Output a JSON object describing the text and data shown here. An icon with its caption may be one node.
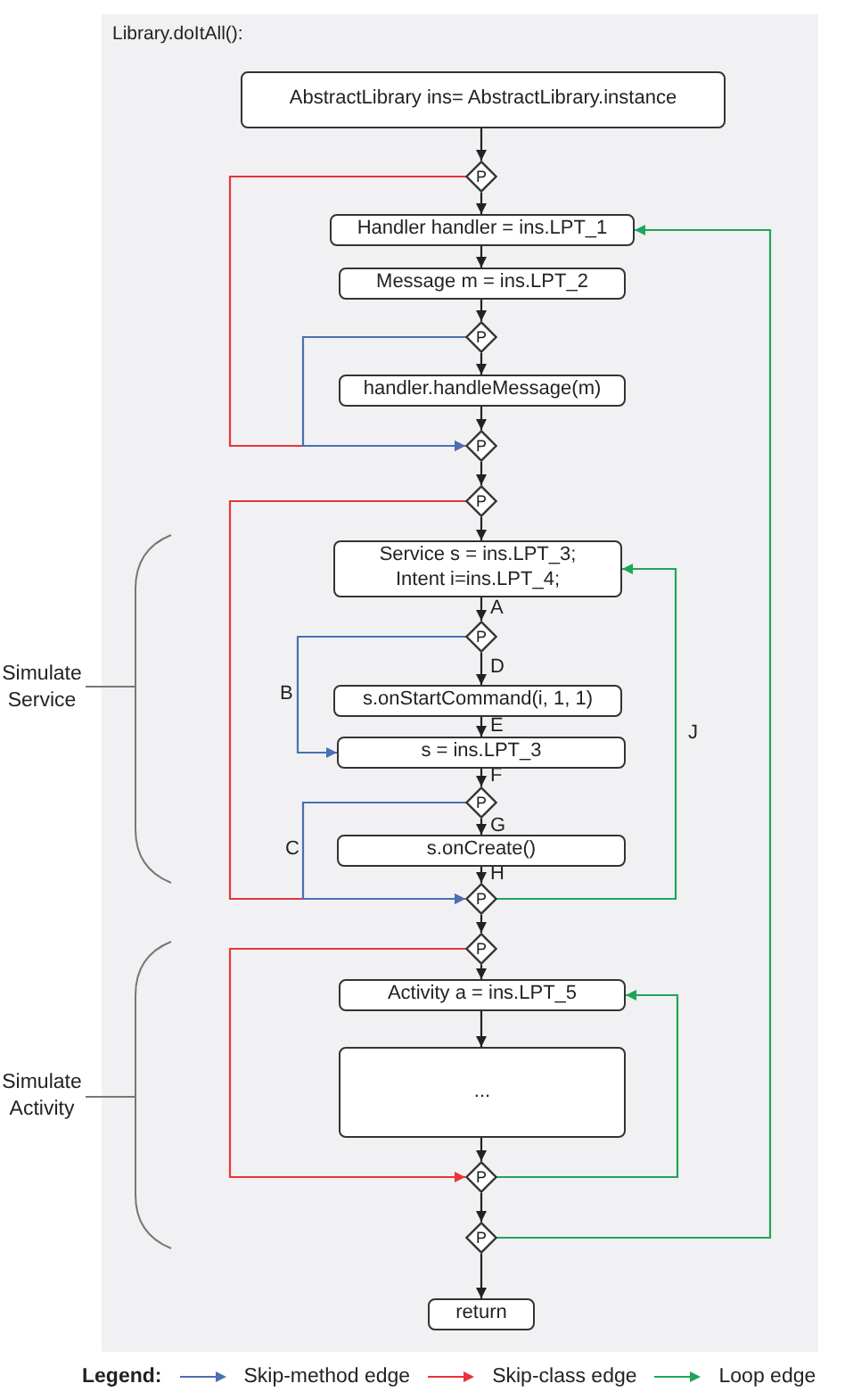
{
  "diagram": {
    "nodes": [
      {
        "text": [
          "Library.doItAll():"
        ]
      },
      {
        "text": [
          "AbstractLibrary ins= AbstractLibrary.instance"
        ],
        "in": 0
      },
      {
        "text": [
          "P"
        ],
        "in": 0
      },
      {
        "text": [
          "Handler handler = ins.LPT_1"
        ],
        "in": 0
      },
      {
        "text": [
          "Message m = ins.LPT_2"
        ],
        "in": 0
      },
      {
        "text": [
          "P"
        ],
        "in": 0
      },
      {
        "text": [
          "handler.handleMessage(m)"
        ],
        "in": 0
      },
      {
        "text": [
          "P"
        ],
        "in": 0
      },
      {
        "text": [
          "P"
        ],
        "in": 0
      },
      {
        "text": [
          "Service s = ins.LPT_3;",
          "Intent i=ins.LPT_4;"
        ],
        "in": 0
      },
      {
        "text": [
          "P"
        ],
        "in": 0
      },
      {
        "text": [
          "s.onStartCommand(i, 1, 1)"
        ],
        "in": 0
      },
      {
        "text": [
          "s = ins.LPT_3"
        ],
        "in": 0
      },
      {
        "text": [
          "P"
        ],
        "in": 0
      },
      {
        "text": [
          "s.onCreate()"
        ],
        "in": 0
      },
      {
        "text": [
          "P"
        ],
        "in": 0
      },
      {
        "text": [
          "P"
        ],
        "in": 0
      },
      {
        "text": [
          "Activity a = ins.LPT_5"
        ],
        "in": 0
      },
      {
        "text": [
          "..."
        ],
        "in": 0
      },
      {
        "text": [
          "P"
        ],
        "in": 0
      },
      {
        "text": [
          "P"
        ],
        "in": 0
      },
      {
        "text": [
          "return"
        ],
        "in": 0
      }
    ],
    "edges": [
      {
        "from": 1,
        "to": 2,
        "arrow": "to"
      },
      {
        "from": 2,
        "to": 3,
        "arrow": "to"
      },
      {
        "from": 3,
        "to": 4,
        "arrow": "to"
      },
      {
        "from": 4,
        "to": 5,
        "arrow": "to"
      },
      {
        "from": 5,
        "to": 6,
        "arrow": "to"
      },
      {
        "from": 6,
        "to": 7,
        "arrow": "to"
      },
      {
        "from": 7,
        "to": 8,
        "arrow": "to"
      },
      {
        "from": 8,
        "to": 9,
        "arrow": "to"
      },
      {
        "from": 9,
        "to": 10,
        "arrow": "to",
        "label": "A"
      },
      {
        "from": 10,
        "to": 11,
        "arrow": "to",
        "label": "D"
      },
      {
        "from": 11,
        "to": 12,
        "arrow": "to",
        "label": "E"
      },
      {
        "from": 12,
        "to": 13,
        "arrow": "to",
        "label": "F"
      },
      {
        "from": 13,
        "to": 14,
        "arrow": "to",
        "label": "G"
      },
      {
        "from": 14,
        "to": 15,
        "arrow": "to",
        "label": "H"
      },
      {
        "from": 15,
        "to": 16,
        "arrow": "to"
      },
      {
        "from": 16,
        "to": 17,
        "arrow": "to"
      },
      {
        "from": 17,
        "to": 18,
        "arrow": "to"
      },
      {
        "from": 18,
        "to": 19,
        "arrow": "to"
      },
      {
        "from": 19,
        "to": 20,
        "arrow": "to"
      },
      {
        "from": 20,
        "to": 21,
        "arrow": "to"
      },
      {
        "from": 2,
        "to": 7,
        "arrow": "to",
        "color": "#e8343a"
      },
      {
        "from": 8,
        "to": 15,
        "arrow": "to",
        "color": "#e8343a"
      },
      {
        "from": 16,
        "to": 19,
        "arrow": "to",
        "color": "#e8343a"
      },
      {
        "from": 5,
        "to": 7,
        "arrow": "to",
        "color": "#4a6fb5"
      },
      {
        "from": 10,
        "to": 12,
        "arrow": "to",
        "label": "B",
        "color": "#4a6fb5"
      },
      {
        "from": 13,
        "to": 15,
        "arrow": "to",
        "label": "C",
        "color": "#4a6fb5"
      },
      {
        "from": 15,
        "to": 9,
        "arrow": "to",
        "label": "J",
        "color": "#1fa55a"
      },
      {
        "from": 19,
        "to": 17,
        "arrow": "to",
        "color": "#1fa55a"
      },
      {
        "from": 20,
        "to": 3,
        "arrow": "to",
        "color": "#1fa55a"
      }
    ],
    "labels": [
      "Simulate Service",
      "Simulate Activity",
      "Legend:"
    ],
    "legend": [
      {
        "text": "Skip-method edge",
        "color": "#4a6fb5"
      },
      {
        "text": "Skip-class edge",
        "color": "#e8343a"
      },
      {
        "text": "Loop edge",
        "color": "#1fa55a"
      }
    ]
  }
}
